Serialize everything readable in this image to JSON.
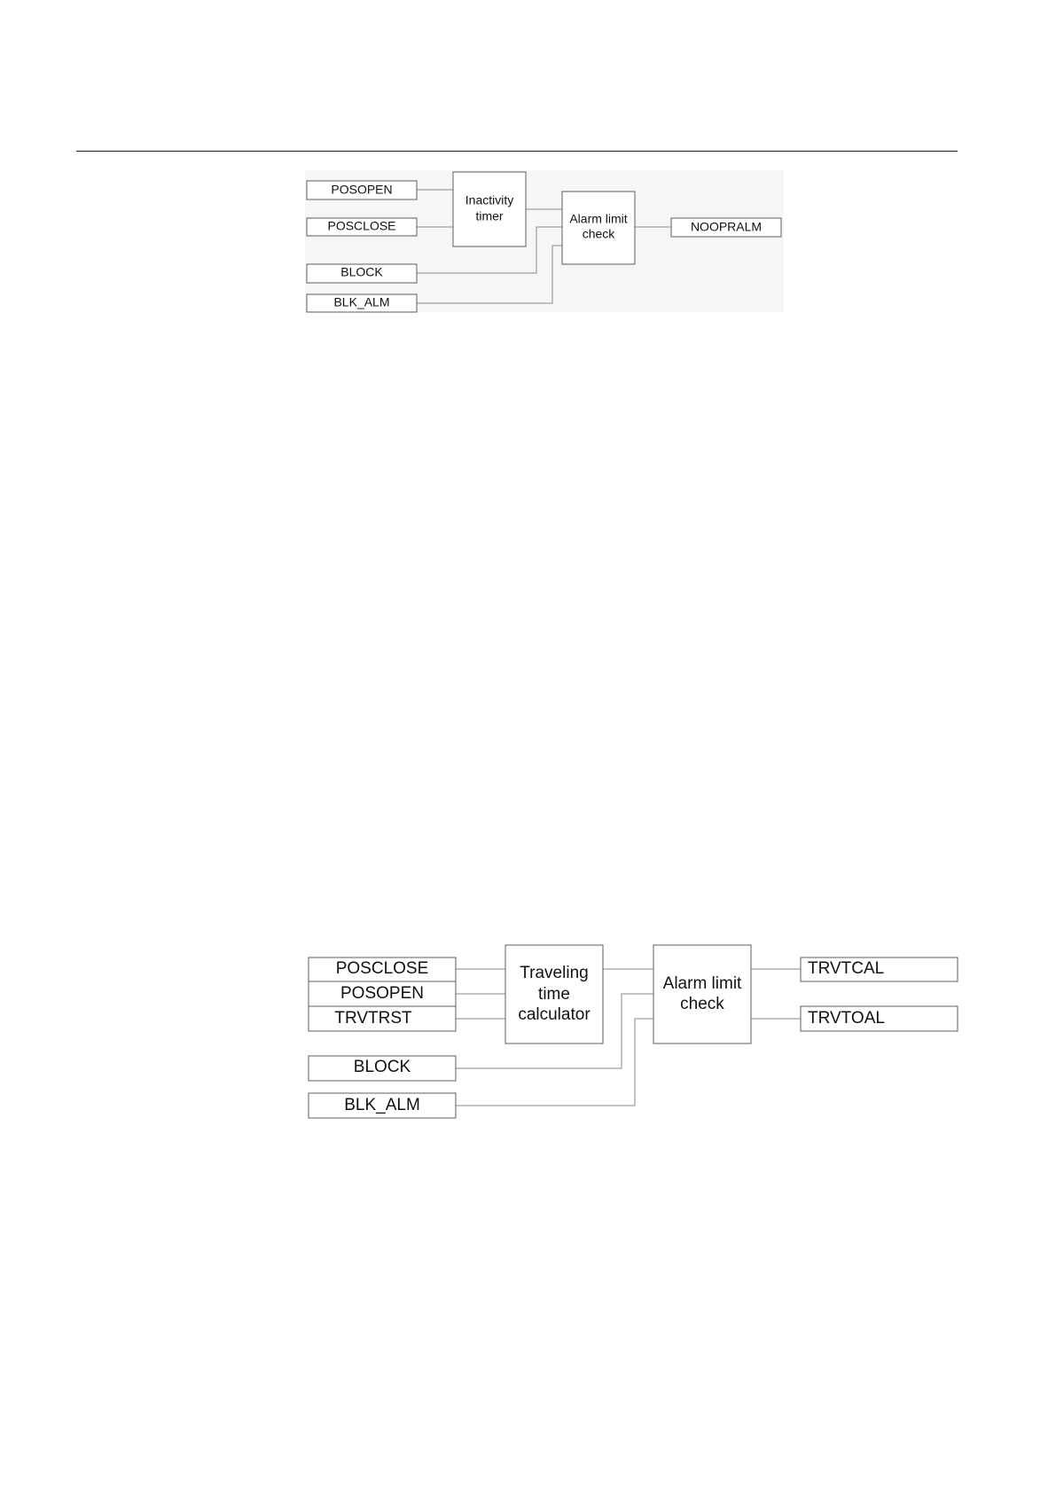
{
  "diagram_1": {
    "inputs": {
      "posopen": "POSOPEN",
      "posclose": "POSCLOSE",
      "block": "BLOCK",
      "blk_alm": "BLK_ALM"
    },
    "blocks": {
      "inactivity_timer": [
        "Inactivity",
        "timer"
      ],
      "alarm_limit_check": [
        "Alarm limit",
        "check"
      ]
    },
    "outputs": {
      "noopralm": "NOOPRALM"
    }
  },
  "diagram_2": {
    "inputs": {
      "posclose": "POSCLOSE",
      "posopen": "POSOPEN",
      "trvtrst": "TRVTRST",
      "block": "BLOCK",
      "blk_alm": "BLK_ALM"
    },
    "blocks": {
      "traveling_time_calculator": [
        "Traveling",
        "time",
        "calculator"
      ],
      "alarm_limit_check": [
        "Alarm limit",
        "check"
      ]
    },
    "outputs": {
      "trvtcal": "TRVTCAL",
      "trvtoal": "TRVTOAL"
    }
  }
}
